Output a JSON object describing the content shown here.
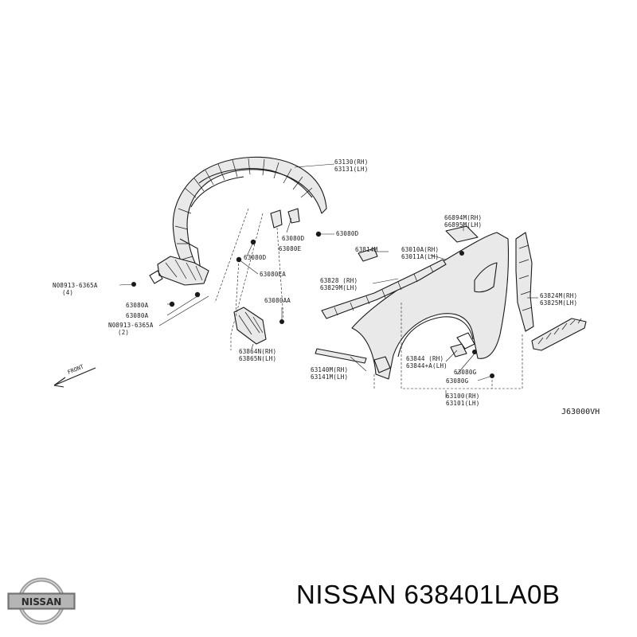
{
  "figure_code": "J63000VH",
  "front_label": "FRONT",
  "brand": {
    "logo_text": "NISSAN",
    "title": "NISSAN 638401LA0B"
  },
  "callouts": [
    {
      "id": "63130",
      "lines": [
        "63130(RH)",
        "63131(LH)"
      ]
    },
    {
      "id": "63080D_a",
      "lines": [
        "63080D"
      ]
    },
    {
      "id": "63080D_b",
      "lines": [
        "63080D"
      ]
    },
    {
      "id": "63080D_c",
      "lines": [
        "63080D"
      ]
    },
    {
      "id": "63080E",
      "lines": [
        "63080E"
      ]
    },
    {
      "id": "63080EA",
      "lines": [
        "63080EA"
      ]
    },
    {
      "id": "08913_a",
      "lines": [
        "N08913-6365A",
        "(4)"
      ]
    },
    {
      "id": "63080A_a",
      "lines": [
        "63080A"
      ]
    },
    {
      "id": "63080A_b",
      "lines": [
        "63080A"
      ]
    },
    {
      "id": "08913_b",
      "lines": [
        "N08913-6365A",
        "(2)"
      ]
    },
    {
      "id": "63080AA",
      "lines": [
        "63080AA"
      ]
    },
    {
      "id": "63864N",
      "lines": [
        "63864N(RH)",
        "63865N(LH)"
      ]
    },
    {
      "id": "66894M",
      "lines": [
        "66894M(RH)",
        "66895M(LH)"
      ]
    },
    {
      "id": "63814M",
      "lines": [
        "63814M"
      ]
    },
    {
      "id": "63010A",
      "lines": [
        "63010A(RH)",
        "63011A(LH)"
      ]
    },
    {
      "id": "63828",
      "lines": [
        "63828 (RH)",
        "63829M(LH)"
      ]
    },
    {
      "id": "63824M",
      "lines": [
        "63824M(RH)",
        "63825M(LH)"
      ]
    },
    {
      "id": "63844",
      "lines": [
        "63844  (RH)",
        "63844+A(LH)"
      ]
    },
    {
      "id": "63080G_a",
      "lines": [
        "63080G"
      ]
    },
    {
      "id": "63080G_b",
      "lines": [
        "63080G"
      ]
    },
    {
      "id": "63140M",
      "lines": [
        "63140M(RH)",
        "63141M(LH)"
      ]
    },
    {
      "id": "63100",
      "lines": [
        "63100(RH)",
        "63101(LH)"
      ]
    }
  ]
}
